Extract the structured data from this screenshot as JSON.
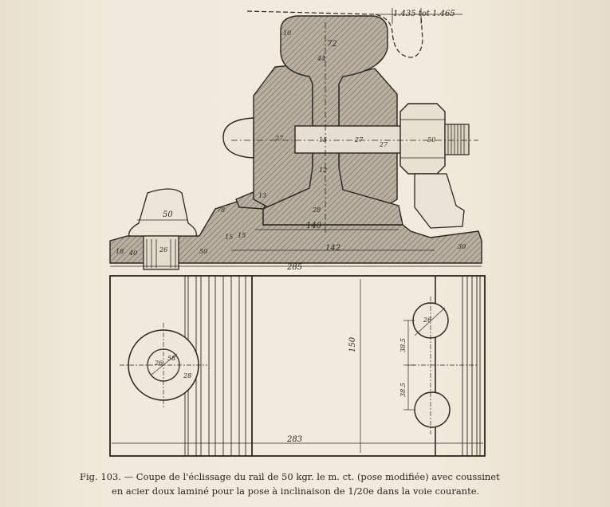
{
  "figure": {
    "caption_line1": "Fig. 103. — Coupe de l'éclissage du rail de 50 kgr. le m. ct. (pose modifiée) avec coussinet",
    "caption_line2": "en acier doux laminé pour la pose à inclinaison de 1/20e dans la voie courante."
  },
  "dimensions": {
    "gauge": "1.435 tot 1.465",
    "head_width": "72",
    "head_radius": "10",
    "head_height": "44",
    "web_mid": "27",
    "web_thickness": "15",
    "web_lower": "12",
    "web_rib": "13",
    "fishplate_height": "27",
    "fishplate_inner": "27",
    "nut_width": "50",
    "web_height": "28",
    "foot_offset": "15",
    "foot_width": "140",
    "base_width": "142",
    "chair_overall": "285",
    "chair_top_left": "50",
    "chair_base_left": "50",
    "chair_hole": "26",
    "spike_dia": "40",
    "left_edge": "18",
    "left_notch": "15",
    "chair_right": "30",
    "lower_left": "78",
    "plan_width": "150",
    "hole_dia": "26",
    "hole_pitch_1": "38.5",
    "hole_pitch_2": "38.5",
    "boss_dia": "26",
    "boss_ring": "58",
    "boss_outer": "28",
    "plan_overall": "283"
  }
}
